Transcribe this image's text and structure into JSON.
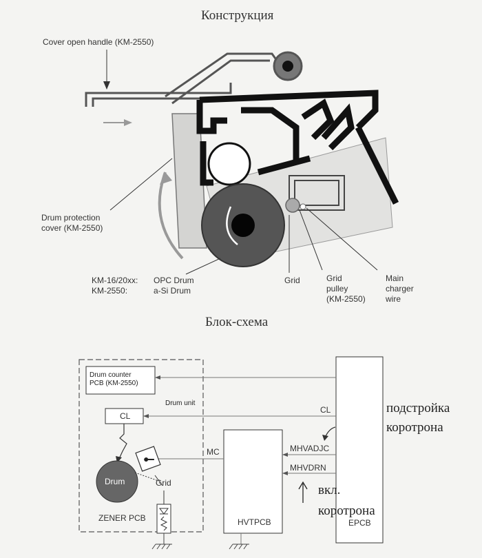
{
  "top_title": "Конструкция",
  "bottom_title": "Блок-схема",
  "construction": {
    "cover_handle": "Cover open handle (KM-2550)",
    "drum_protection_1": "Drum protection",
    "drum_protection_2": "cover (KM-2550)",
    "model_line_1_a": "KM-16/20xx:",
    "model_line_1_b": "OPC Drum",
    "model_line_2_a": "KM-2550:",
    "model_line_2_b": "a-Si Drum",
    "grid": "Grid",
    "grid_pulley_1": "Grid",
    "grid_pulley_2": "pulley",
    "grid_pulley_3": "(KM-2550)",
    "main_charger_1": "Main",
    "main_charger_2": "charger",
    "main_charger_3": "wire"
  },
  "block": {
    "drum_counter_1": "Drum counter",
    "drum_counter_2": "PCB (KM-2550)",
    "drum_unit": "Drum unit",
    "cl_box": "CL",
    "cl_signal": "CL",
    "mc_signal": "MC",
    "mhvadjc": "MHVADJC",
    "mhvdrn": "MHVDRN",
    "drum": "Drum",
    "grid": "Grid",
    "zener": "ZENER PCB",
    "hvtpcb": "HVTPCB",
    "epcb": "EPCB"
  },
  "annotations": {
    "adjust_1": "подстройка",
    "adjust_2": "коротрона",
    "enable_1": "вкл.",
    "enable_2": "коротрона"
  }
}
